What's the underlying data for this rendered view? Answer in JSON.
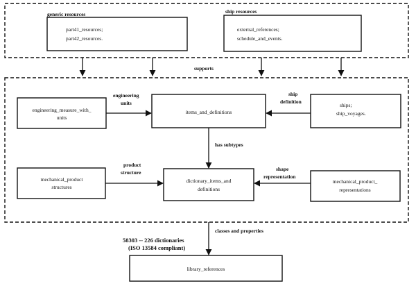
{
  "diagram": {
    "generic_resources": {
      "title": "generic resources",
      "box_lines": [
        "part41_resources;",
        "part42_resources."
      ]
    },
    "ship_resources": {
      "title": "ship resources",
      "box_lines": [
        "external_references;",
        "schedule_and_events."
      ]
    },
    "supports_label": "supports",
    "nodes": {
      "engineering_measure": [
        "engineering_measure_with_",
        "units"
      ],
      "items_definitions": [
        "items_and_definitions"
      ],
      "ships": [
        "ships;",
        "ship_voyages."
      ],
      "mechanical_product_structures": [
        "mechanical_product",
        "structures"
      ],
      "dictionary_items": [
        "dictionary_items_and",
        "definitions"
      ],
      "mechanical_product_representations": [
        "mechanical_product_",
        "representations"
      ],
      "library_references": [
        "library_references"
      ]
    },
    "edge_labels": {
      "engineering_units": [
        "engineering",
        "units"
      ],
      "ship_definition": [
        "ship",
        "definition"
      ],
      "has_subtypes": [
        "has subtypes"
      ],
      "product_structure": [
        "product",
        "structure"
      ],
      "shape_representation": [
        "shape",
        "representation"
      ],
      "classes_and_properties": [
        "classes and properties"
      ],
      "dictionaries": [
        "58303 -- 226 dictionaries",
        "(ISO 13584 compliant)"
      ]
    }
  }
}
